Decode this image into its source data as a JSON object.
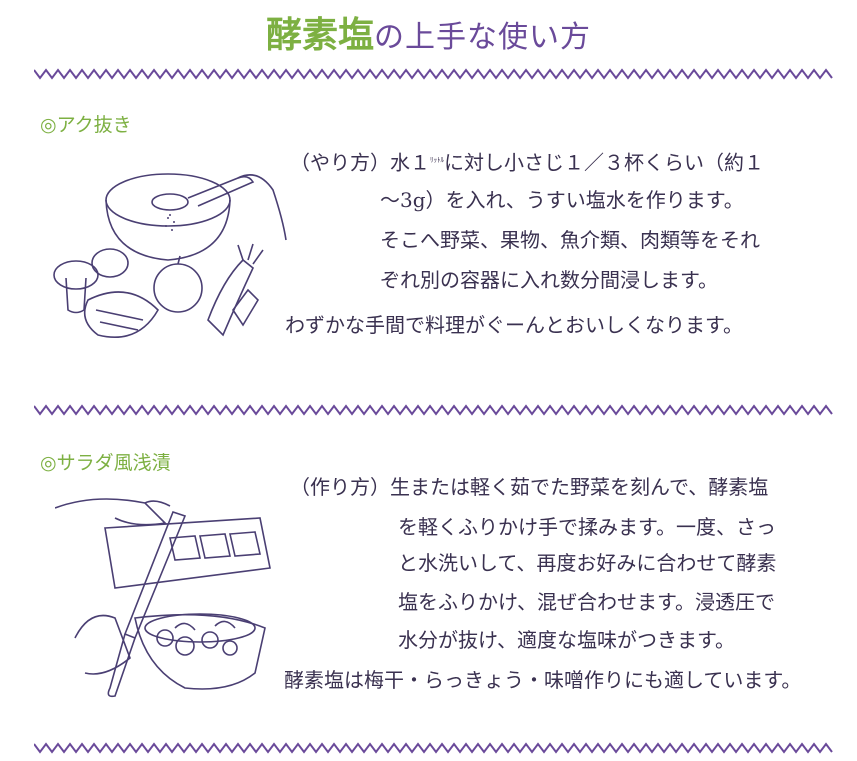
{
  "title": {
    "accent": "酵素塩",
    "rest": "の上手な使い方"
  },
  "sections": [
    {
      "heading": "◎アク抜き",
      "lines": [
        "（やり方）水１",
        "に対し小さじ１／３杯くらい（約１",
        "〜3g）を入れ、うすい塩水を作ります。",
        "そこへ野菜、果物、魚介類、肉類等をそれ",
        "ぞれ別の容器に入れ数分間浸します。",
        "わずかな手間で料理がぐーんとおいしくなります。"
      ],
      "ruby": "ﾘｯﾄﾙ"
    },
    {
      "heading": "◎サラダ風浅漬",
      "lines": [
        "（作り方）生または軽く茹でた野菜を刻んで、酵素塩",
        "を軽くふりかけ手で揉みます。一度、さっ",
        "と水洗いして、再度お好みに合わせて酵素",
        "塩をふりかけ、混ぜ合わせます。浸透圧で",
        "水分が抜け、適度な塩味がつきます。",
        "酵素塩は梅干・らっきょう・味噌作りにも適しています。"
      ]
    }
  ],
  "colors": {
    "accent_green": "#7db042",
    "purple": "#6a4a9a",
    "text": "#3a3150"
  }
}
